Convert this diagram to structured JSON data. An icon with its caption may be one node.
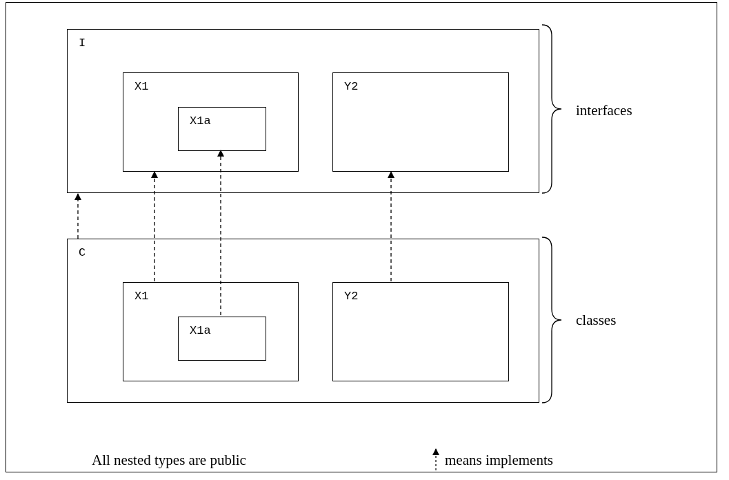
{
  "diagram": {
    "nodes": [
      {
        "text": [
          "I"
        ]
      },
      {
        "text": [
          "X1"
        ],
        "in": 0
      },
      {
        "text": [
          "X1a"
        ],
        "in": 1
      },
      {
        "text": [
          "Y2"
        ],
        "in": 0
      },
      {
        "text": [
          "C"
        ]
      },
      {
        "text": [
          "X1"
        ],
        "in": 4
      },
      {
        "text": [
          "X1a"
        ],
        "in": 5
      },
      {
        "text": [
          "Y2"
        ],
        "in": 4
      }
    ],
    "edges": [
      {
        "from": 4,
        "to": 0,
        "arrow": "to",
        "style": "dashed"
      },
      {
        "from": 5,
        "to": 1,
        "arrow": "to",
        "style": "dashed"
      },
      {
        "from": 6,
        "to": 2,
        "arrow": "to",
        "style": "dashed"
      },
      {
        "from": 7,
        "to": 3,
        "arrow": "to",
        "style": "dashed"
      }
    ],
    "labels": [
      "interfaces",
      "classes",
      "All nested types are public"
    ],
    "legend": [
      {
        "text": "means implements"
      }
    ]
  }
}
